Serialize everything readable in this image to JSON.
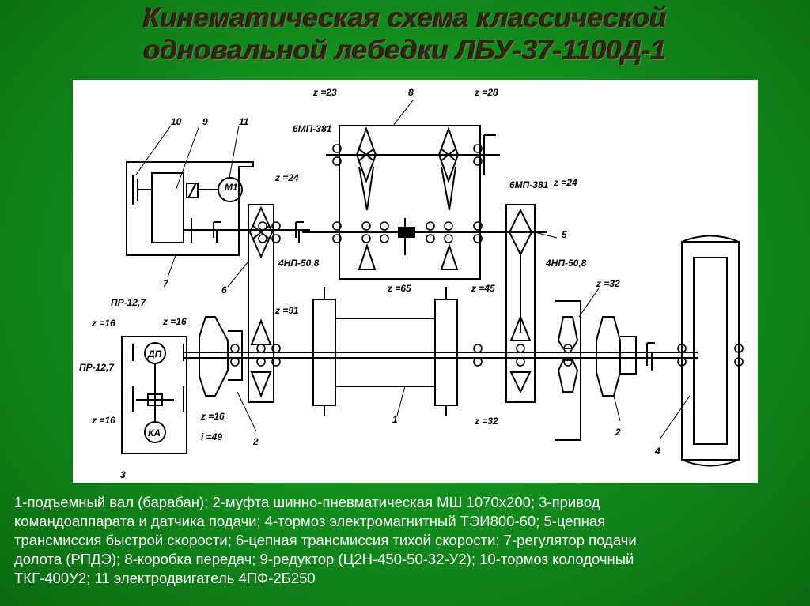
{
  "title": {
    "line1": "Кинематическая схема классической",
    "line2": "одновальной лебедки ЛБУ-37-1100Д-1"
  },
  "diagram": {
    "labels": {
      "n1": "1",
      "n2a": "2",
      "n2b": "2",
      "n3": "3",
      "n4": "4",
      "n5": "5",
      "n6": "6",
      "n7": "7",
      "n8": "8",
      "n9": "9",
      "n10": "10",
      "n11": "11",
      "z23": "z =23",
      "z28": "z =28",
      "z24a": "z =24",
      "z24b": "z =24",
      "z91": "z =91",
      "z65": "z =65",
      "z45": "z =45",
      "z32a": "z =32",
      "z32b": "z =32",
      "z16a": "z =16",
      "z16b": "z =16",
      "z16c": "z =16",
      "z16d": "z =16",
      "i49": "i =49",
      "mp381a": "6МП-381",
      "mp381b": "6МП-381",
      "np508a": "4НП-50,8",
      "np508b": "4НП-50,8",
      "pr127a": "ПР-12,7",
      "pr127b": "ПР-12,7",
      "m1": "М1",
      "dp": "ДП",
      "ka": "КА"
    }
  },
  "legend": {
    "line1": "1-подъемный вал (барабан); 2-муфта шинно-пневматическая МШ 1070х200; 3-привод",
    "line2": "командоаппарата и датчика подачи; 4-тормоз электромагнитный ТЭИ800-60; 5-цепная",
    "line3": "трансмиссия быстрой скорости; 6-цепная трансмиссия тихой скорости; 7-регулятор подачи",
    "line4": "долота (РПДЭ); 8-коробка передач; 9-редуктор (Ц2Н-450-50-32-У2); 10-тормоз колодочный",
    "line5": "ТКГ-400У2; 11 электродвигатель 4ПФ-2Б250"
  }
}
